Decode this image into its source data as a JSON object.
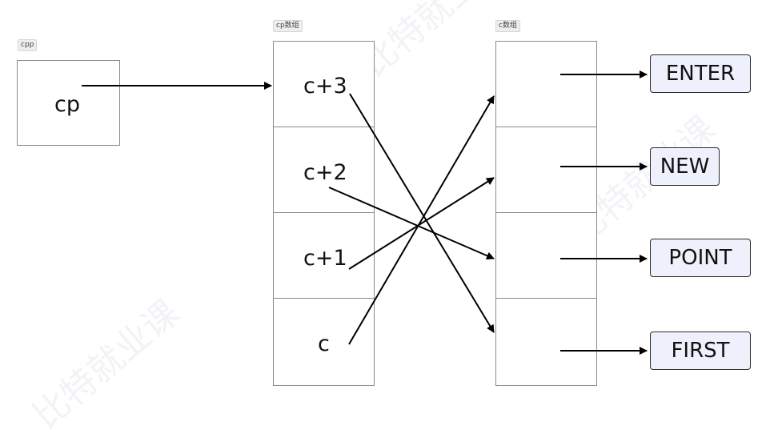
{
  "labels": {
    "cpp": "cpp",
    "cp_array": "cp数组",
    "c_array": "c数组"
  },
  "cpp_box": {
    "text": "cp"
  },
  "cp_cells": [
    "c+3",
    "c+2",
    "c+1",
    "c"
  ],
  "strings": [
    "ENTER",
    "NEW",
    "POINT",
    "FIRST"
  ],
  "colors": {
    "string_fill": "#eef1fb",
    "cell_border": "#8a8a8a",
    "arrow": "#000000"
  }
}
